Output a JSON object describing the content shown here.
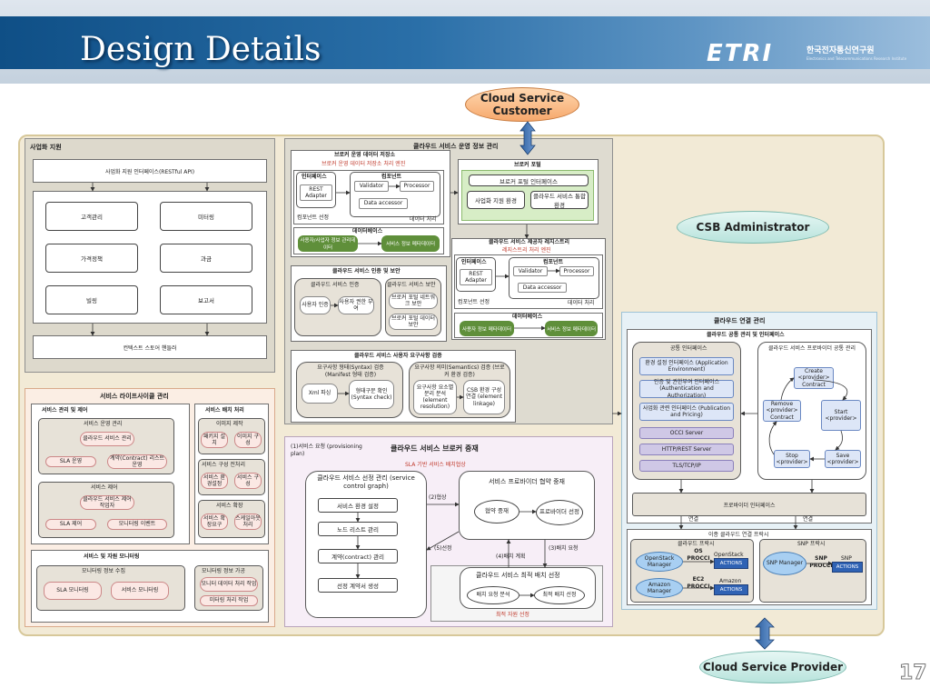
{
  "slide": {
    "title": "Design Details",
    "logo": "ETRI",
    "logo_korean": "한국전자통신연구원",
    "logo_english": "Electronics and Telecommunications Research Institute",
    "page_number": "17"
  },
  "actors": {
    "customer": "Cloud Service Customer",
    "administrator": "CSB Administrator",
    "provider": "Cloud Service Provider"
  },
  "biz": {
    "title": "사업화 지원",
    "api": "사업화 지원 인터페이스(RESTful API)",
    "items": [
      "고객관리",
      "미터링",
      "가격정책",
      "과금",
      "빌링",
      "보고서"
    ],
    "footer": "컨텍스트 스토어 핸들러"
  },
  "lifecycle": {
    "title": "서비스 라이프사이클 관리",
    "mgmt_title": "서비스 관리 및 제어",
    "ops_title": "서비스 운영 관리",
    "ops_node": "클라우드 서비스 관리",
    "sla_ops": "SLA 운영",
    "contract_ops": "계약(Contract) 리스트 운영",
    "ctrl_title": "서비스 제어",
    "ctrl_node": "클라우드 서비스 제어 작업자",
    "sla_ctrl": "SLA 제어",
    "monitor_event": "모니터링 이벤트",
    "batch_title": "서비스 배치 처리",
    "img_title": "이미지 제작",
    "pkg": "패키지 설치",
    "img_cfg": "이미지 구성",
    "cfg_title": "서비스 구성 전처리",
    "env_cfg": "서비스 환경설정",
    "svc_cfg": "서비스 구성",
    "ext_title": "서비스 확장",
    "ext_req": "서비스 확장요구",
    "scaling": "스케일아웃 처리",
    "mon_title": "서비스 및 자원 모니터링",
    "mon_collect": "모니터링 정보 수집",
    "sla_mon": "SLA 모니터링",
    "svc_mon": "서비스 모니터링",
    "mon_info": "모니터링 정보 가공",
    "mon_data": "모니터 데이터 처리 작업",
    "metering": "미터링 처리 작업"
  },
  "info": {
    "title": "클라우드 서비스 운영 정보 관리",
    "store_title": "브로커 운영 데이터 저장소",
    "store_engine": "브로커 운영 데이터 저장소 처리 엔진",
    "iface": "인터페이스",
    "rest": "REST Adapter",
    "component": "컴포넌트",
    "validator": "Validator",
    "processor": "Processor",
    "data_accessor": "Data accessor",
    "comp_select": "컴포넌트 선정",
    "data_proc": "데이터 처리",
    "database": "데이터베이스",
    "db_user": "사용자/사업자 정보 관리데이터",
    "db_meta": "서비스 정보 메타데이터",
    "portal_title": "브로커 포털",
    "portal_iface": "브로커 포털 인터페이스",
    "portal_biz": "사업화 지원 환경",
    "portal_svc": "클라우드 서비스 통합 환경",
    "registry_title": "클라우드 서비스 제공자 레지스트리",
    "registry_engine": "레지스트리 처리 엔진",
    "db_user2": "사용자 정보 메타데이터",
    "db_meta2": "서비스 정보 메타데이터",
    "auth_title": "클라우드 서비스 인증 및 보안",
    "auth_sub": "클라우드 서비스 인증",
    "auth_user": "사용자 인증",
    "auth_perm": "사용자 권한 부여",
    "sec_sub": "클라우드 서비스 보안",
    "sec_net": "브로커 포털 네트워크 보안",
    "sec_data": "브로커 포털 데이터 보안",
    "req_title": "클라우드 서비스 사용자 요구사항 검증",
    "syntax": "요구사항 형태(Syntax) 검증 (Manifest 형태 검증)",
    "semantics": "요구사항 의미(Semantics) 검증 (브로커 환경 검증)",
    "xml": "Xml 파싱",
    "syntax_check": "형태구문 확인 (Syntax check)",
    "resolve": "요구사항 요소별 분리 분석 (element resolution)",
    "csb_link": "CSB 환경 구성 연결 (element linkage)"
  },
  "broker": {
    "title": "클라우드 서비스 브로커 중재",
    "provision": "(1)서비스 요청 (provisioning plan)",
    "sla_nego": "SLA 기반 서비스 배치협상",
    "graph_title": "클라우드 서비스 선정 관리 (service control graph)",
    "env_set": "서비스 환경 설정",
    "node_list": "노드 리스트 관리",
    "contract": "계약(contract) 관리",
    "gen": "선정 계약서 생성",
    "mediation_title": "서비스 프로바이더 협약 중재",
    "mediate": "협약 중재",
    "provider_sel": "프로바이더 선정",
    "step2": "(2)협상",
    "step3": "(3)배치 요청",
    "step4": "(4)배치 계획",
    "step5": "(5)선정",
    "opt_title": "클라우드 서비스 최적 배치 선정",
    "deploy_req": "배치 요청 분석",
    "opt_deploy": "최적 배치 선정",
    "opt_res": "최적 자원 선정"
  },
  "conn": {
    "title": "클라우드 연결 관리",
    "sub": "클라우드 공통 관리 및 인터페이스",
    "common_iface": "공통 인터페이스",
    "env_if": "환경 설정 인터페이스 (Application Environment)",
    "auth_if": "인증 및 권한부여 인터페이스 (Authentication and Authorization)",
    "pub_if": "사업화 관련 인터페이스 (Publication and Pricing)",
    "occi": "OCCI Server",
    "http": "HTTP/REST Server",
    "tls": "TLS/TCP/IP",
    "provider_mgmt": "클라우드 서비스 프로바이더 공통 관리",
    "create": "Create <provider> Contract",
    "remove": "Remove <provider> Contract",
    "start": "Start <provider>",
    "stop": "Stop <provider>",
    "save": "Save <provider>",
    "provider_if": "프로바이더 인터페이스",
    "link1": "연결",
    "link2": "연결",
    "heter": "이종 클라우드 연결 프락시",
    "cloud_proxy": "클라우드 프락시",
    "openstack_mgr": "OpenStack Manager",
    "os_procci": "OS PROCCI",
    "openstack": "OpenStack",
    "amazon_mgr": "Amazon Manager",
    "ec2_procci": "EC2 PROCCI",
    "amazon": "Amazon",
    "actions": "ACTIONS",
    "snp_proxy": "SNP 프락시",
    "snp_mgr": "SNP Manager",
    "snp_procci": "SNP PROCCI",
    "snp": "SNP"
  }
}
